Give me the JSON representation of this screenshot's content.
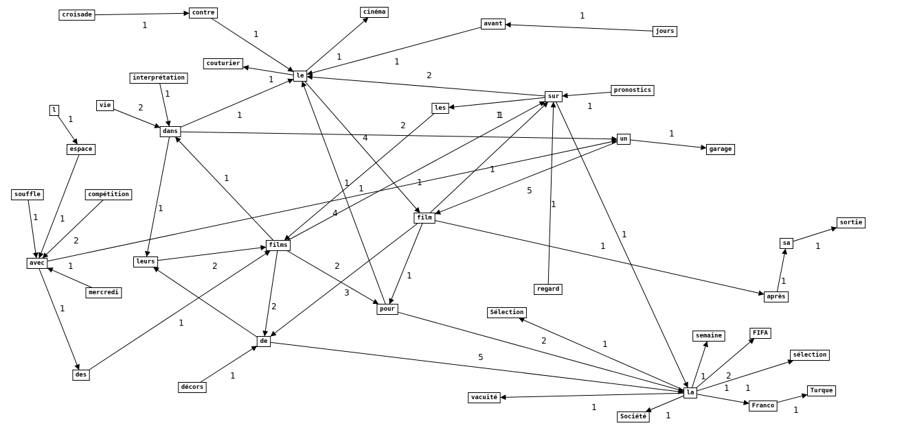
{
  "colors": {
    "stroke": "#000000",
    "background": "#ffffff"
  },
  "nodes": [
    {
      "id": "croisade",
      "label": "croisade"
    },
    {
      "id": "contre",
      "label": "contre"
    },
    {
      "id": "cinema",
      "label": "cinéma"
    },
    {
      "id": "avant",
      "label": "avant"
    },
    {
      "id": "jours",
      "label": "jours"
    },
    {
      "id": "couturier",
      "label": "couturier"
    },
    {
      "id": "le",
      "label": "le"
    },
    {
      "id": "interpretation",
      "label": "interprétation"
    },
    {
      "id": "sur",
      "label": "sur"
    },
    {
      "id": "pronostics",
      "label": "pronostics"
    },
    {
      "id": "vie",
      "label": "vie"
    },
    {
      "id": "les",
      "label": "les"
    },
    {
      "id": "l",
      "label": "l"
    },
    {
      "id": "dans",
      "label": "dans"
    },
    {
      "id": "un",
      "label": "un"
    },
    {
      "id": "garage",
      "label": "garage"
    },
    {
      "id": "espace",
      "label": "espace"
    },
    {
      "id": "souffle",
      "label": "souffle"
    },
    {
      "id": "competition",
      "label": "compétition"
    },
    {
      "id": "film",
      "label": "film"
    },
    {
      "id": "sortie",
      "label": "sortie"
    },
    {
      "id": "sa",
      "label": "sa"
    },
    {
      "id": "films",
      "label": "films"
    },
    {
      "id": "avec",
      "label": "avec"
    },
    {
      "id": "leurs",
      "label": "leurs"
    },
    {
      "id": "regard",
      "label": "regard"
    },
    {
      "id": "mercredi",
      "label": "mercredi"
    },
    {
      "id": "apres",
      "label": "après"
    },
    {
      "id": "pour",
      "label": "pour"
    },
    {
      "id": "selection_cap",
      "label": "Sélection"
    },
    {
      "id": "de",
      "label": "de"
    },
    {
      "id": "semaine",
      "label": "semaine"
    },
    {
      "id": "fifa",
      "label": "FIFA"
    },
    {
      "id": "selection",
      "label": "sélection"
    },
    {
      "id": "des",
      "label": "des"
    },
    {
      "id": "decors",
      "label": "décors"
    },
    {
      "id": "la",
      "label": "la"
    },
    {
      "id": "turque",
      "label": "Turque"
    },
    {
      "id": "vacuite",
      "label": "vacuité"
    },
    {
      "id": "franco",
      "label": "Franco"
    },
    {
      "id": "societe",
      "label": "Société"
    }
  ],
  "edges": [
    {
      "from": "croisade",
      "to": "contre",
      "weight": "1"
    },
    {
      "from": "contre",
      "to": "le",
      "weight": "1"
    },
    {
      "from": "le",
      "to": "cinema",
      "weight": "1"
    },
    {
      "from": "jours",
      "to": "avant",
      "weight": "1"
    },
    {
      "from": "avant",
      "to": "le",
      "weight": "1"
    },
    {
      "from": "le",
      "to": "couturier",
      "weight": "1"
    },
    {
      "from": "sur",
      "to": "le",
      "weight": "2"
    },
    {
      "from": "pronostics",
      "to": "sur",
      "weight": "1"
    },
    {
      "from": "sur",
      "to": "les",
      "weight": "1"
    },
    {
      "from": "interpretation",
      "to": "dans",
      "weight": "1"
    },
    {
      "from": "vie",
      "to": "dans",
      "weight": "2"
    },
    {
      "from": "dans",
      "to": "le",
      "weight": "1"
    },
    {
      "from": "dans",
      "to": "un",
      "weight": "4"
    },
    {
      "from": "un",
      "to": "garage",
      "weight": "1"
    },
    {
      "from": "l",
      "to": "espace",
      "weight": "1"
    },
    {
      "from": "espace",
      "to": "avec",
      "weight": "1"
    },
    {
      "from": "souffle",
      "to": "avec",
      "weight": "1"
    },
    {
      "from": "competition",
      "to": "avec",
      "weight": "2"
    },
    {
      "from": "mercredi",
      "to": "avec",
      "weight": "1"
    },
    {
      "from": "avec",
      "to": "un",
      "weight": "1"
    },
    {
      "from": "avec",
      "to": "des",
      "weight": "1"
    },
    {
      "from": "des",
      "to": "films",
      "weight": "1"
    },
    {
      "from": "dans",
      "to": "leurs",
      "weight": "1"
    },
    {
      "from": "films",
      "to": "dans",
      "weight": "1"
    },
    {
      "from": "leurs",
      "to": "films",
      "weight": "2"
    },
    {
      "from": "les",
      "to": "films",
      "weight": "2"
    },
    {
      "from": "films",
      "to": "sur",
      "weight": "1"
    },
    {
      "from": "le",
      "to": "film",
      "weight": "1"
    },
    {
      "from": "pour",
      "to": "le",
      "weight": "1"
    },
    {
      "from": "film",
      "to": "sur",
      "weight": "1"
    },
    {
      "from": "un",
      "to": "film",
      "weight": "5"
    },
    {
      "from": "film",
      "to": "pour",
      "weight": "1"
    },
    {
      "from": "film",
      "to": "de",
      "weight": "4"
    },
    {
      "from": "films",
      "to": "pour",
      "weight": "2"
    },
    {
      "from": "films",
      "to": "de",
      "weight": "2"
    },
    {
      "from": "de",
      "to": "leurs",
      "weight": "3"
    },
    {
      "from": "decors",
      "to": "de",
      "weight": "1"
    },
    {
      "from": "de",
      "to": "la",
      "weight": "5"
    },
    {
      "from": "pour",
      "to": "la",
      "weight": "2"
    },
    {
      "from": "regard",
      "to": "sur",
      "weight": "1"
    },
    {
      "from": "sur",
      "to": "la",
      "weight": "1"
    },
    {
      "from": "film",
      "to": "apres",
      "weight": "1"
    },
    {
      "from": "apres",
      "to": "sa",
      "weight": "1"
    },
    {
      "from": "sa",
      "to": "sortie",
      "weight": "1"
    },
    {
      "from": "la",
      "to": "selection_cap",
      "weight": "1"
    },
    {
      "from": "la",
      "to": "semaine",
      "weight": "1"
    },
    {
      "from": "la",
      "to": "fifa",
      "weight": "2"
    },
    {
      "from": "la",
      "to": "selection",
      "weight": "1"
    },
    {
      "from": "la",
      "to": "franco",
      "weight": "1"
    },
    {
      "from": "franco",
      "to": "turque",
      "weight": "1"
    },
    {
      "from": "la",
      "to": "vacuite",
      "weight": "1"
    },
    {
      "from": "la",
      "to": "societe",
      "weight": "1"
    }
  ]
}
